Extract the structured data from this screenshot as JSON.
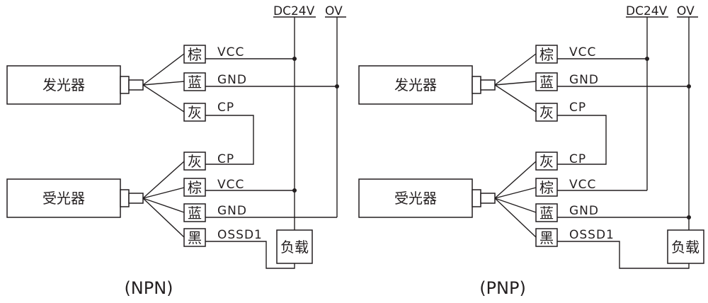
{
  "colors": {
    "line": "#231f20",
    "background": "#ffffff"
  },
  "npn": {
    "caption": "(NPN)",
    "power": {
      "plus": "DC24V",
      "zero": "OV"
    },
    "emitter": {
      "label": "发光器",
      "wires": [
        {
          "color": "棕",
          "signal": "VCC"
        },
        {
          "color": "蓝",
          "signal": "GND"
        },
        {
          "color": "灰",
          "signal": "CP"
        }
      ]
    },
    "receiver": {
      "label": "受光器",
      "wires": [
        {
          "color": "灰",
          "signal": "CP"
        },
        {
          "color": "棕",
          "signal": "VCC"
        },
        {
          "color": "蓝",
          "signal": "GND"
        },
        {
          "color": "黑",
          "signal": "OSSD1"
        }
      ]
    },
    "load": "负载"
  },
  "pnp": {
    "caption": "(PNP)",
    "power": {
      "plus": "DC24V",
      "zero": "OV"
    },
    "emitter": {
      "label": "发光器",
      "wires": [
        {
          "color": "棕",
          "signal": "VCC"
        },
        {
          "color": "蓝",
          "signal": "GND"
        },
        {
          "color": "灰",
          "signal": "CP"
        }
      ]
    },
    "receiver": {
      "label": "受光器",
      "wires": [
        {
          "color": "灰",
          "signal": "CP"
        },
        {
          "color": "棕",
          "signal": "VCC"
        },
        {
          "color": "蓝",
          "signal": "GND"
        },
        {
          "color": "黑",
          "signal": "OSSD1"
        }
      ]
    },
    "load": "负载"
  }
}
